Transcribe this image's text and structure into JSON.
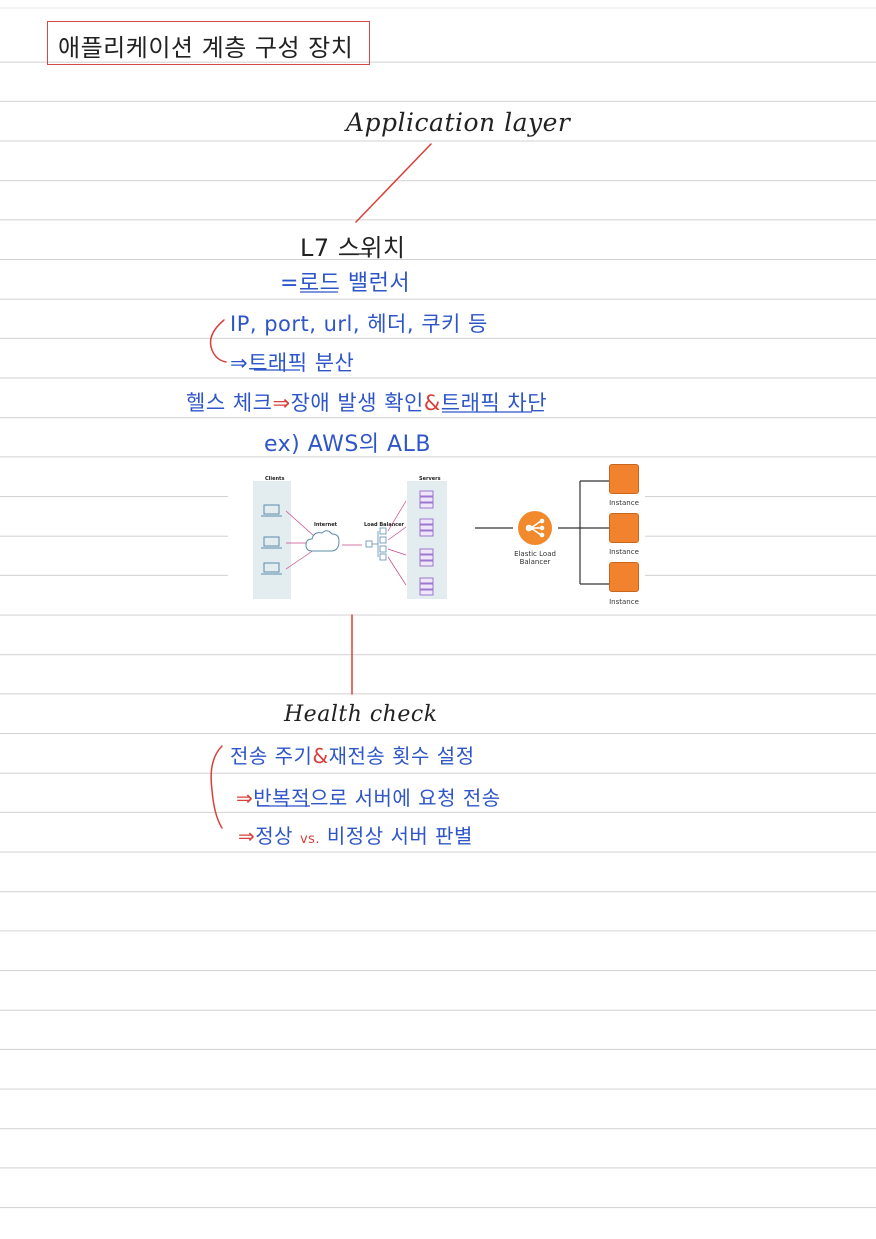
{
  "title": "애플리케이션 계층 구성 장치",
  "application_layer": "Application layer",
  "l7_switch": "L7 스위치",
  "load_balancer": "=로드 밸런서",
  "ip_line": "IP, port, url, 헤더, 쿠키 등",
  "traffic_line": "⇒트래픽 분산",
  "health_line": {
    "prefix": "헬스 체크",
    "arrow": "⇒",
    "text1": "장애 발생 확인",
    "amp": "&",
    "text2": "트래픽 차단"
  },
  "aws_example": "ex) AWS의 ALB",
  "diagram": {
    "clients_label": "Clients",
    "internet_label": "Internet",
    "load_balancer_label": "Load Balancer",
    "servers_label": "Servers",
    "elb_label": "Elastic Load Balancer",
    "instances": [
      "Instance",
      "Instance",
      "Instance"
    ]
  },
  "health_check_title": "Health check",
  "hc_line1": {
    "text1": "전송 주기",
    "amp": "&",
    "text2": "재전송 횟수 설정"
  },
  "hc_line2": {
    "arrow": "⇒",
    "text": "반복적으로 서버에 요청 전송"
  },
  "hc_line3": {
    "arrow": "⇒",
    "text1": "정상",
    "vs": "vs.",
    "text2": "비정상 서버 판별"
  },
  "colors": {
    "ink_black": "#222222",
    "ink_blue": "#2e56c9",
    "ink_red": "#d8403a",
    "instance_orange": "#f1832f"
  }
}
